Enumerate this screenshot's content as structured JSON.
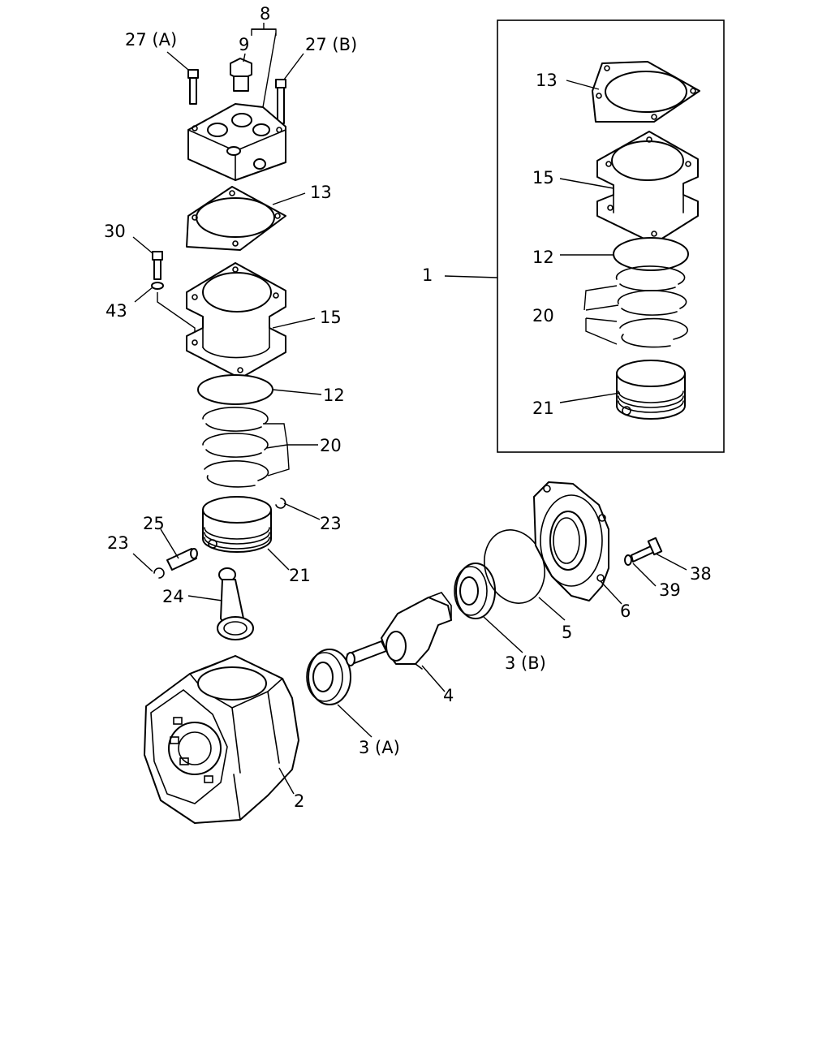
{
  "callouts": {
    "c1": "1",
    "c2": "2",
    "c3a": "3 (A)",
    "c3b": "3 (B)",
    "c4": "4",
    "c5": "5",
    "c6": "6",
    "c8": "8",
    "c9": "9",
    "c12": "12",
    "c12k": "12",
    "c13": "13",
    "c13k": "13",
    "c15": "15",
    "c15k": "15",
    "c20": "20",
    "c20k": "20",
    "c21": "21",
    "c21k": "21",
    "c23a": "23",
    "c23b": "23",
    "c24": "24",
    "c25": "25",
    "c27a": "27 (A)",
    "c27b": "27 (B)",
    "c30": "30",
    "c38": "38",
    "c39": "39",
    "c43": "43"
  }
}
